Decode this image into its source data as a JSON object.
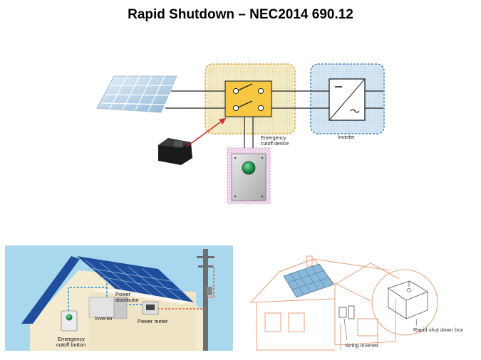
{
  "title": "Rapid Shutdown – NEC2014 690.12",
  "top_diagram": {
    "emergency_cutoff_device_line1": "Emergency",
    "emergency_cutoff_device_line2": "cutoff device",
    "inverter_label": "Inverter"
  },
  "house_illustration": {
    "power_distributor_line1": "Power",
    "power_distributor_line2": "distributor",
    "inverter_label": "Inverter",
    "power_meter_label": "Power meter",
    "emergency_button_line1": "Emergency",
    "emergency_button_line2": "cutoff button"
  },
  "sketch_illustration": {
    "rapid_shutdown_label": "Rapid shut down box",
    "string_inverter_label": "String inverter"
  },
  "colors": {
    "cutoff_zone_fill": "#f3ecc7",
    "cutoff_zone_border": "#d9a44a",
    "inverter_zone_fill": "#d6e6f3",
    "inverter_zone_border": "#4a86c0",
    "switch_fill": "#f5c742",
    "button_green": "#1a8c4a",
    "sky_blue": "#a9d8ee",
    "roof_blue": "#1f4e9c",
    "dashed_wire": "#e0632a",
    "sketch_orange": "#e9a07a"
  }
}
